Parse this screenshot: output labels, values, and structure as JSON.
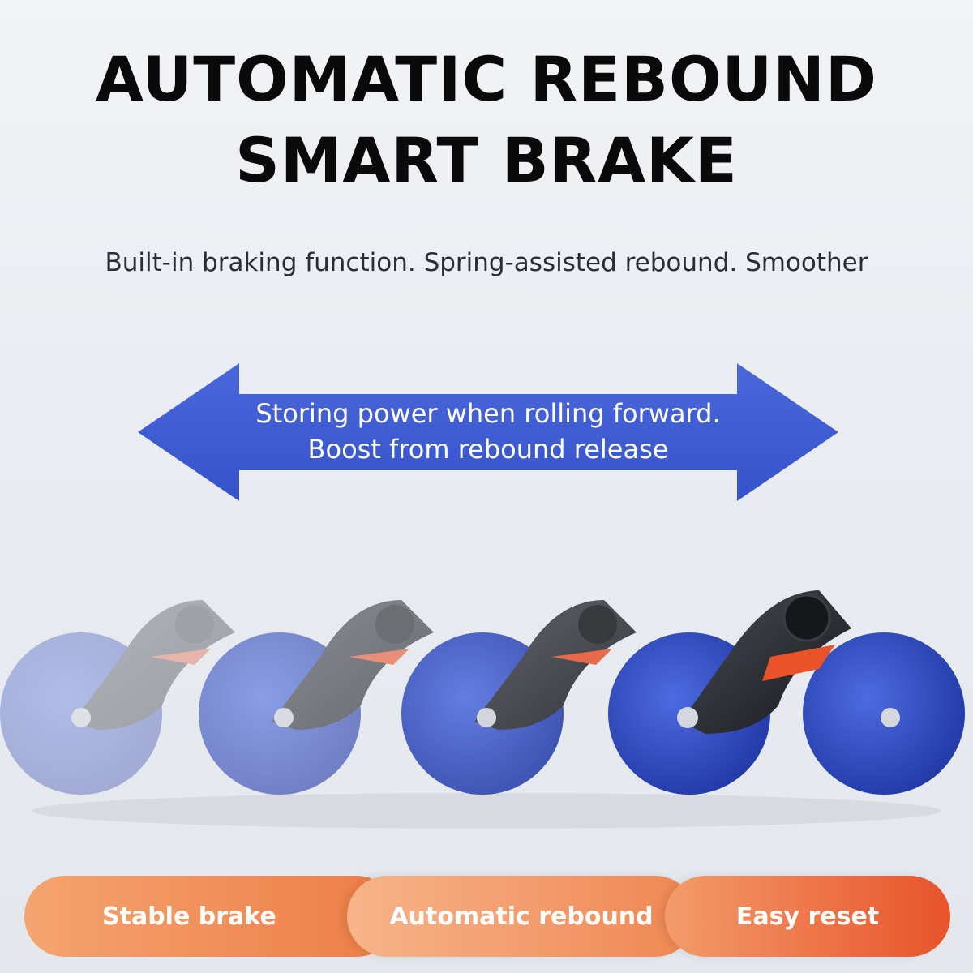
{
  "headline": {
    "line1": "AUTOMATIC REBOUND",
    "line2": "SMART BRAKE"
  },
  "subtitle": "Built-in braking function. Spring-assisted rebound. Smoother",
  "arrow": {
    "line1": "Storing power when rolling forward.",
    "line2": "Boost from rebound release",
    "color": "#3f5fd6"
  },
  "product": {
    "wheel_color": "#2f4fc9",
    "accent_color": "#e8532a"
  },
  "features": [
    {
      "label": "Stable brake"
    },
    {
      "label": "Automatic rebound"
    },
    {
      "label": "Easy reset"
    }
  ]
}
